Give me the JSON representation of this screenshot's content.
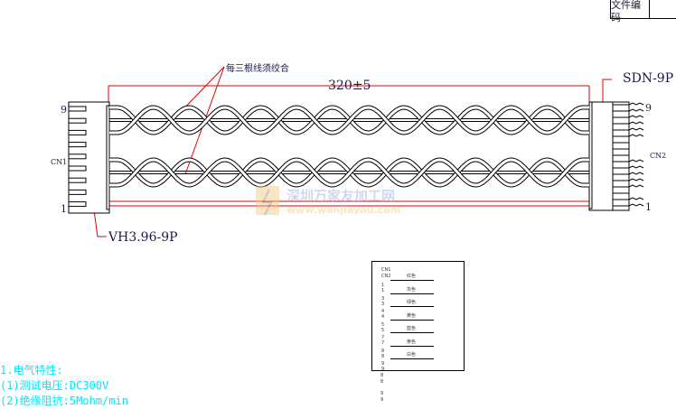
{
  "title_block": {
    "doc_code_label": "文件编码"
  },
  "drawing": {
    "length_label": "320±5",
    "twist_note": "每三根线须绞合",
    "left_connector": {
      "model": "VH3.96-9P",
      "name": "CN1",
      "pin_top": "9",
      "pin_bottom": "1"
    },
    "right_connector": {
      "model": "SDN-9P",
      "name": "CN2",
      "pin_top": "9",
      "pin_bottom": "1"
    },
    "wire_color": "#000000",
    "dimension_color": "#e00000"
  },
  "wire_table": {
    "header_cn1": "CN1",
    "header_cn2": "CN2",
    "rows": [
      {
        "pin_a": "1",
        "pin_b": "1",
        "color": "红色"
      },
      {
        "pin_a": "3",
        "pin_b": "3",
        "color": "灰色"
      },
      {
        "pin_a": "4",
        "pin_b": "4",
        "color": "绿色"
      },
      {
        "pin_a": "5",
        "pin_b": "5",
        "color": "黄色"
      },
      {
        "pin_a": "7",
        "pin_b": "7",
        "color": "蓝色"
      },
      {
        "pin_a": "8",
        "pin_b": "8",
        "color": "黄色"
      },
      {
        "pin_a": "9",
        "pin_b": "9",
        "color": "白色"
      }
    ]
  },
  "watermark": {
    "name": "深圳万家友加工网",
    "url": "www.wanjiayou.com"
  },
  "notes": {
    "line1": "1.电气特性:",
    "line2": "(1)测试电压:DC300V",
    "line3": "(2)绝缘阻抗:5Mohm/min"
  }
}
